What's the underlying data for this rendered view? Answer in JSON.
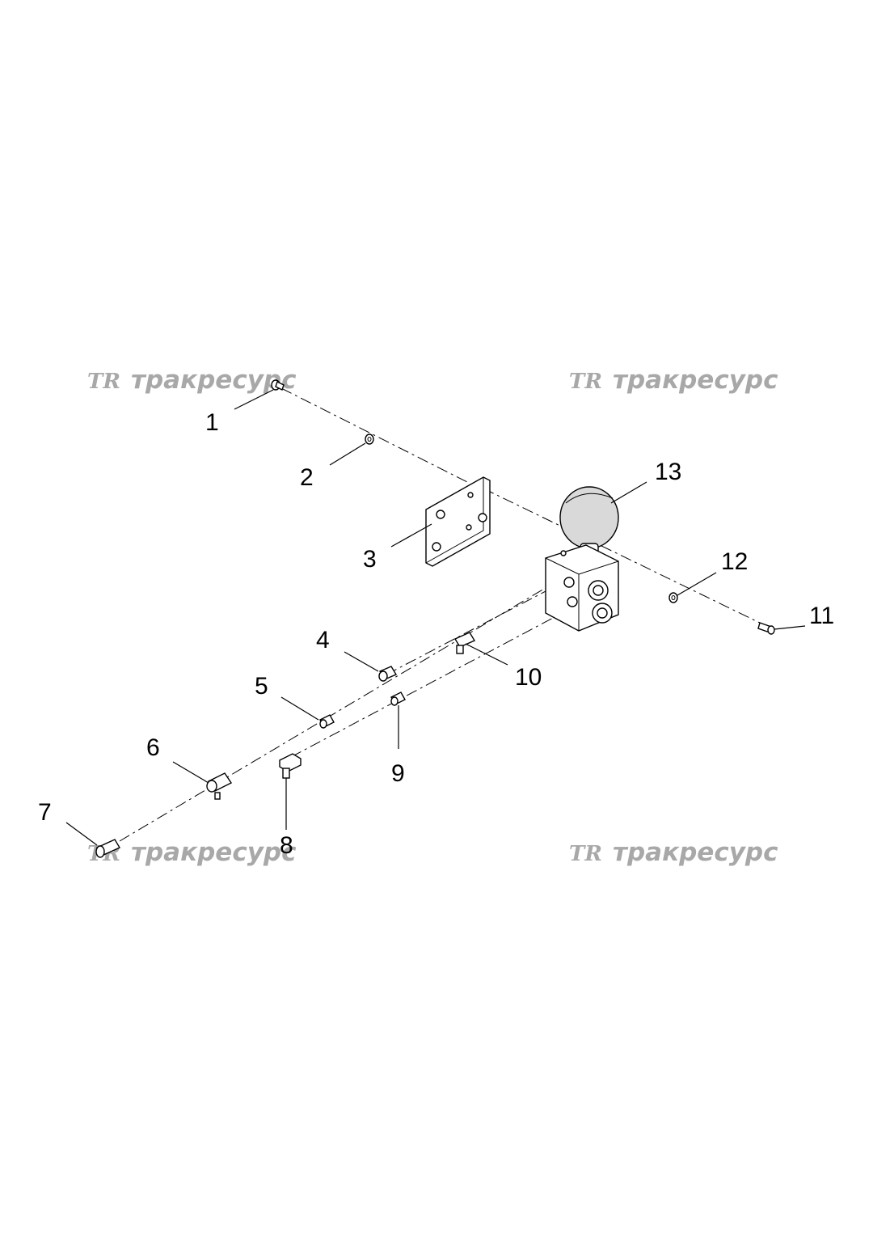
{
  "watermark": {
    "mark": "TR",
    "text": "тракресурс"
  },
  "callouts": [
    "1",
    "2",
    "3",
    "4",
    "5",
    "6",
    "7",
    "8",
    "9",
    "10",
    "11",
    "12",
    "13"
  ],
  "colors": {
    "line": "#000000",
    "watermark": "#a8a8a8",
    "sphere_fill": "#d0d0d0",
    "background": "#ffffff"
  }
}
